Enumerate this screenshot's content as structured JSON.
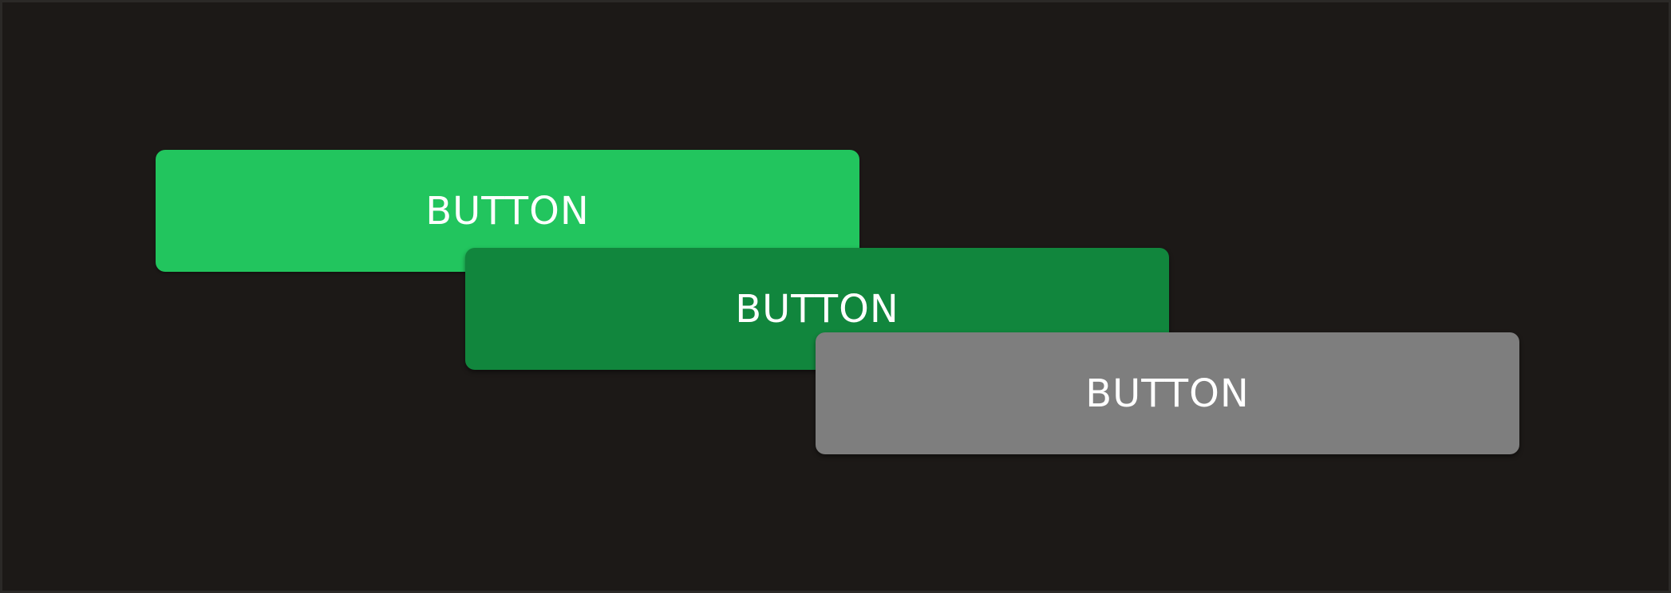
{
  "buttons": [
    {
      "label": "BUTTON",
      "color": "#22c55e",
      "state": "default"
    },
    {
      "label": "BUTTON",
      "color": "#11863d",
      "state": "hover"
    },
    {
      "label": "BUTTON",
      "color": "#7e7e7e",
      "state": "disabled"
    }
  ],
  "colors": {
    "background": "#1c1917",
    "text": "#ffffff"
  }
}
